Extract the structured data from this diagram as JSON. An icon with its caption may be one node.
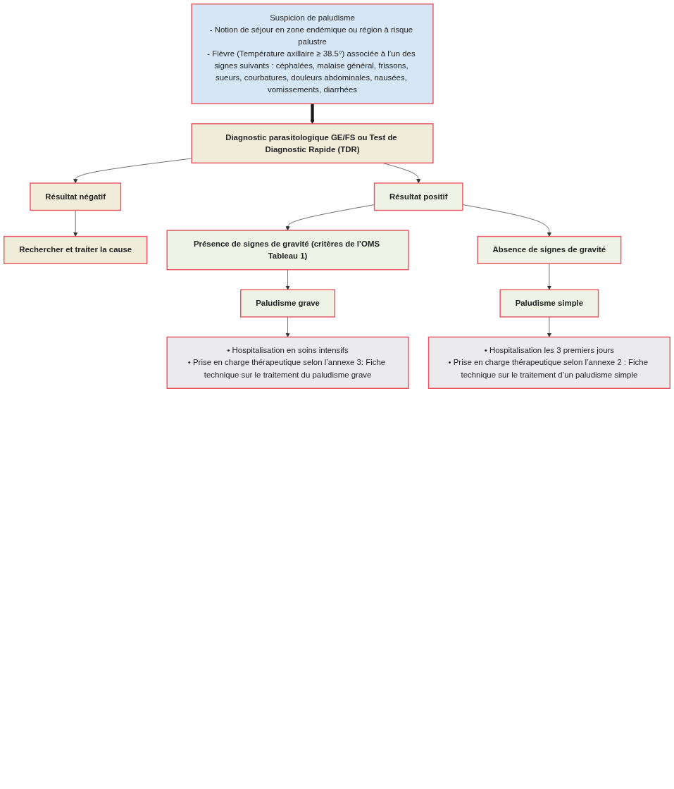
{
  "diagram": {
    "nodes": [
      {
        "text": [
          "Suspicion de paludisme",
          "- Notion de séjour en zone endémique ou région à risque palustre",
          "- Fièvre (Température axillaire ≥ 38.5°) associée à l’un des signes suivants : céphalées, malaise général, frissons, sueurs, courbatures, douleurs abdominales, nausées, vomissements, diarrhées"
        ]
      },
      {
        "text": [
          "Diagnostic parasitologique GE/FS ou Test de Diagnostic Rapide (TDR)"
        ]
      },
      {
        "text": [
          "Résultat négatif"
        ]
      },
      {
        "text": [
          "Rechercher et traiter la cause"
        ]
      },
      {
        "text": [
          "Résultat positif"
        ]
      },
      {
        "text": [
          "Présence de signes de gravité (critères de l’OMS Tableau 1)"
        ]
      },
      {
        "text": [
          "Absence de signes de gravité"
        ]
      },
      {
        "text": [
          "Paludisme grave"
        ]
      },
      {
        "text": [
          "Paludisme simple"
        ]
      },
      {
        "text": [
          "• Hospitalisation en soins intensifs",
          "• Prise en charge thérapeutique selon l’annexe 3: Fiche technique sur le traitement du paludisme grave"
        ]
      },
      {
        "text": [
          "• Hospitalisation les 3 premiers jours",
          "• Prise en charge thérapeutique selon l’annexe 2 : Fiche technique sur le traitement d’un paludisme simple"
        ]
      }
    ],
    "edges": [
      {
        "from": 0,
        "to": 1,
        "arrow": "to",
        "style": "thick",
        "color": "#1a1a1a"
      },
      {
        "from": 1,
        "to": 2,
        "arrow": "to"
      },
      {
        "from": 2,
        "to": 3,
        "arrow": "to"
      },
      {
        "from": 1,
        "to": 4,
        "arrow": "to"
      },
      {
        "from": 4,
        "to": 5,
        "arrow": "to"
      },
      {
        "from": 4,
        "to": 6,
        "arrow": "to"
      },
      {
        "from": 5,
        "to": 7,
        "arrow": "to"
      },
      {
        "from": 6,
        "to": 8,
        "arrow": "to"
      },
      {
        "from": 7,
        "to": 9,
        "arrow": "to"
      },
      {
        "from": 8,
        "to": 10,
        "arrow": "to"
      }
    ]
  }
}
